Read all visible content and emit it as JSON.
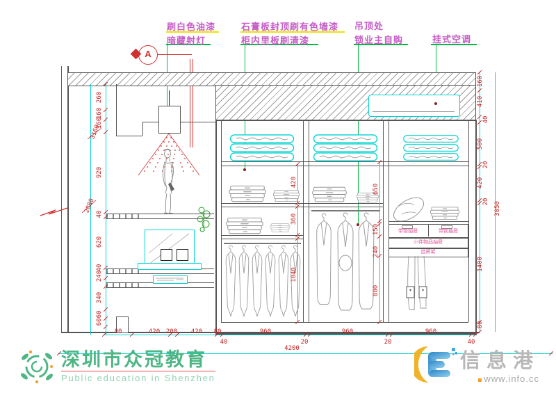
{
  "title_annotations": {
    "paint_white": "刷白色油漆",
    "hidden_spotlight": "暗藏射灯",
    "gypsum_ceiling": "石膏板封顶刷有色墙漆",
    "cabinet_varnish": "柜内里板刷清漆",
    "ceiling_spot": "吊顶处",
    "owner_lock": "锁业主自购",
    "wall_ac": "挂式空调",
    "section_marker": "A"
  },
  "cabinet_labels": {
    "locked_drawer_left": "带锁抽屉",
    "locked_drawer_right": "带锁抽屉",
    "small_items_drawer": "小件物品抽屉",
    "trouser_rack": "挂裤架"
  },
  "dimensions": {
    "left_chain": [
      "260",
      "160",
      "160",
      "920",
      "40",
      "620",
      "40",
      "240",
      "340",
      "60",
      "60"
    ],
    "left_total_callout": "3160",
    "left_clear_height": "2880",
    "right_chain": [
      "160",
      "410",
      "40",
      "500",
      "20",
      "420",
      "20",
      "1400",
      "80"
    ],
    "right_total": "3050",
    "section1_chain": [
      "420",
      "360",
      "1040"
    ],
    "section3_chain": [
      "650",
      "150",
      "240",
      "800"
    ],
    "bottom_row1": [
      "80",
      "420",
      "200",
      "420",
      "80",
      "960",
      "960",
      "960"
    ],
    "bottom_row2": [
      "40",
      "20",
      "20",
      "40"
    ],
    "bottom_total": "4200"
  },
  "watermarks": {
    "left": {
      "title": "深圳市众冠教育",
      "subtitle": "Public education in Shenzhen"
    },
    "right": {
      "title": "信息港",
      "url": "www.info.cc"
    }
  },
  "colors": {
    "dimension_red": "#c22222",
    "extension_cyan": "#00d4d4",
    "leader_green": "#00b943",
    "underline_yellow": "#f0e000",
    "annotation_magenta": "#c55bc5",
    "label_pink": "#e0559a"
  }
}
